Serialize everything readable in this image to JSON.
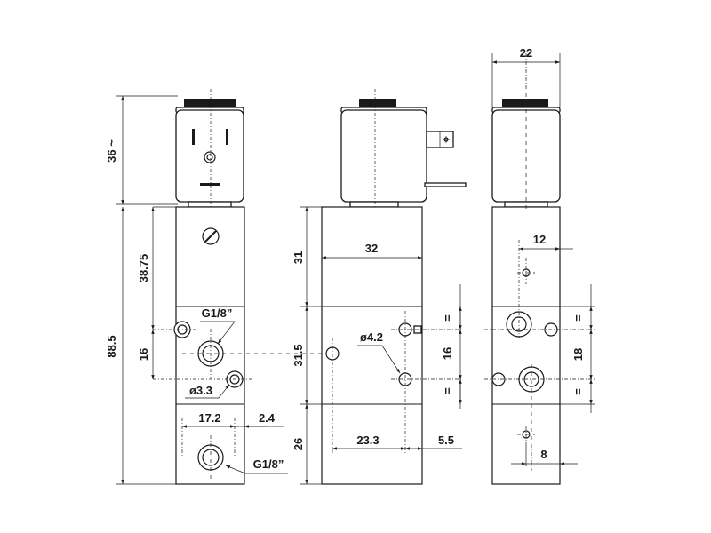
{
  "drawing": {
    "views": [
      "front-view",
      "side-view",
      "end-view"
    ],
    "dimensions": {
      "coil_height": "36 ~",
      "overall_height": "88.5",
      "upper_block": "38.75",
      "port_spacing_front": "16",
      "port_label_top": "G1/8”",
      "mount_hole_front": "ø3.3",
      "width_17": "17.2",
      "offset_2": "2.4",
      "port_label_bottom": "G1/8”",
      "side_upper": "31",
      "side_middle": "31.5",
      "side_width": "32",
      "mount_hole_side": "ø4.2",
      "side_spacing": "16",
      "eq_top": "=",
      "eq_bottom": "=",
      "side_lower": "26",
      "side_23": "23.3",
      "side_5": "5.5",
      "end_width": "22",
      "end_12": "12",
      "end_eq_top": "=",
      "end_18": "18",
      "end_eq_bottom": "=",
      "end_8": "8"
    }
  }
}
